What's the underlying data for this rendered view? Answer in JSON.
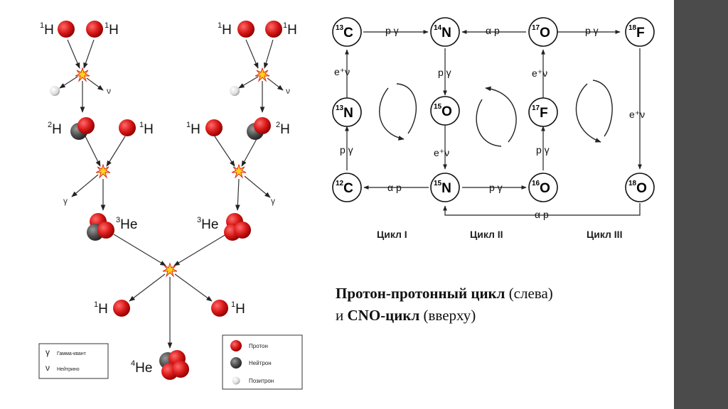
{
  "pp_chain": {
    "h1": "1",
    "h2": "2",
    "he3": "3",
    "he4": "4",
    "H": "H",
    "He": "He",
    "gamma": "γ",
    "nu": "ν"
  },
  "legend_left": {
    "gamma_symbol": "γ",
    "gamma_label": "Гамма-квант",
    "nu_symbol": "ν",
    "nu_label": "Нейтрино"
  },
  "legend_right": {
    "proton": "Протон",
    "neutron": "Нейтрон",
    "positron": "Позитрон"
  },
  "cno": {
    "nodes": {
      "c13": {
        "mass": "13",
        "el": "C"
      },
      "n14": {
        "mass": "14",
        "el": "N"
      },
      "o17a": {
        "mass": "17",
        "el": "O"
      },
      "f18": {
        "mass": "18",
        "el": "F"
      },
      "n13": {
        "mass": "13",
        "el": "N"
      },
      "o15": {
        "mass": "15",
        "el": "O"
      },
      "f17": {
        "mass": "17",
        "el": "F"
      },
      "c12": {
        "mass": "12",
        "el": "C"
      },
      "n15": {
        "mass": "15",
        "el": "N"
      },
      "o16": {
        "mass": "16",
        "el": "O"
      },
      "o18": {
        "mass": "18",
        "el": "O"
      }
    },
    "labels": {
      "pg": "p γ",
      "ap": "α p",
      "ev": "e⁺ν"
    },
    "cycles": [
      "Цикл I",
      "Цикл II",
      "Цикл III"
    ]
  },
  "caption": {
    "line1_bold": "Протон-протонный цикл",
    "line1_rest": " (слева)",
    "line2_start": "и ",
    "line2_bold": "CNO-цикл",
    "line2_rest": " (вверху)"
  },
  "colors": {
    "proton": "#d81818",
    "neutron": "#505050",
    "positron": "#e8e8e8",
    "flash": "#ffd21a",
    "sidebar": "#4b4b4b"
  }
}
